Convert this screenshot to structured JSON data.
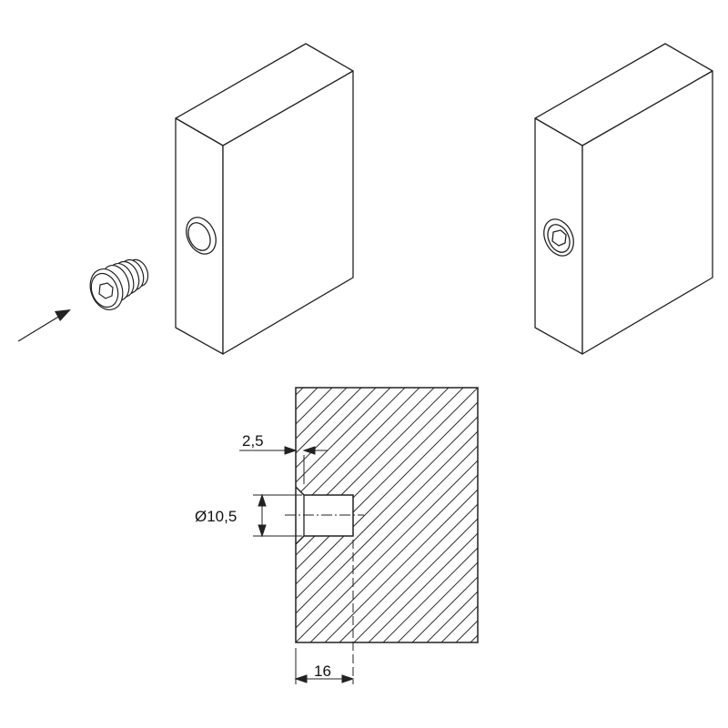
{
  "drawing": {
    "dimensions": {
      "countersink_depth": "2,5",
      "bore_diameter": "Ø10,5",
      "bore_depth": "16"
    },
    "colors": {
      "line": "#222222",
      "hatch": "#333333",
      "background": "#ffffff"
    },
    "icons": [
      "arrow-icon",
      "hex-socket-icon",
      "threaded-insert-icon"
    ]
  }
}
